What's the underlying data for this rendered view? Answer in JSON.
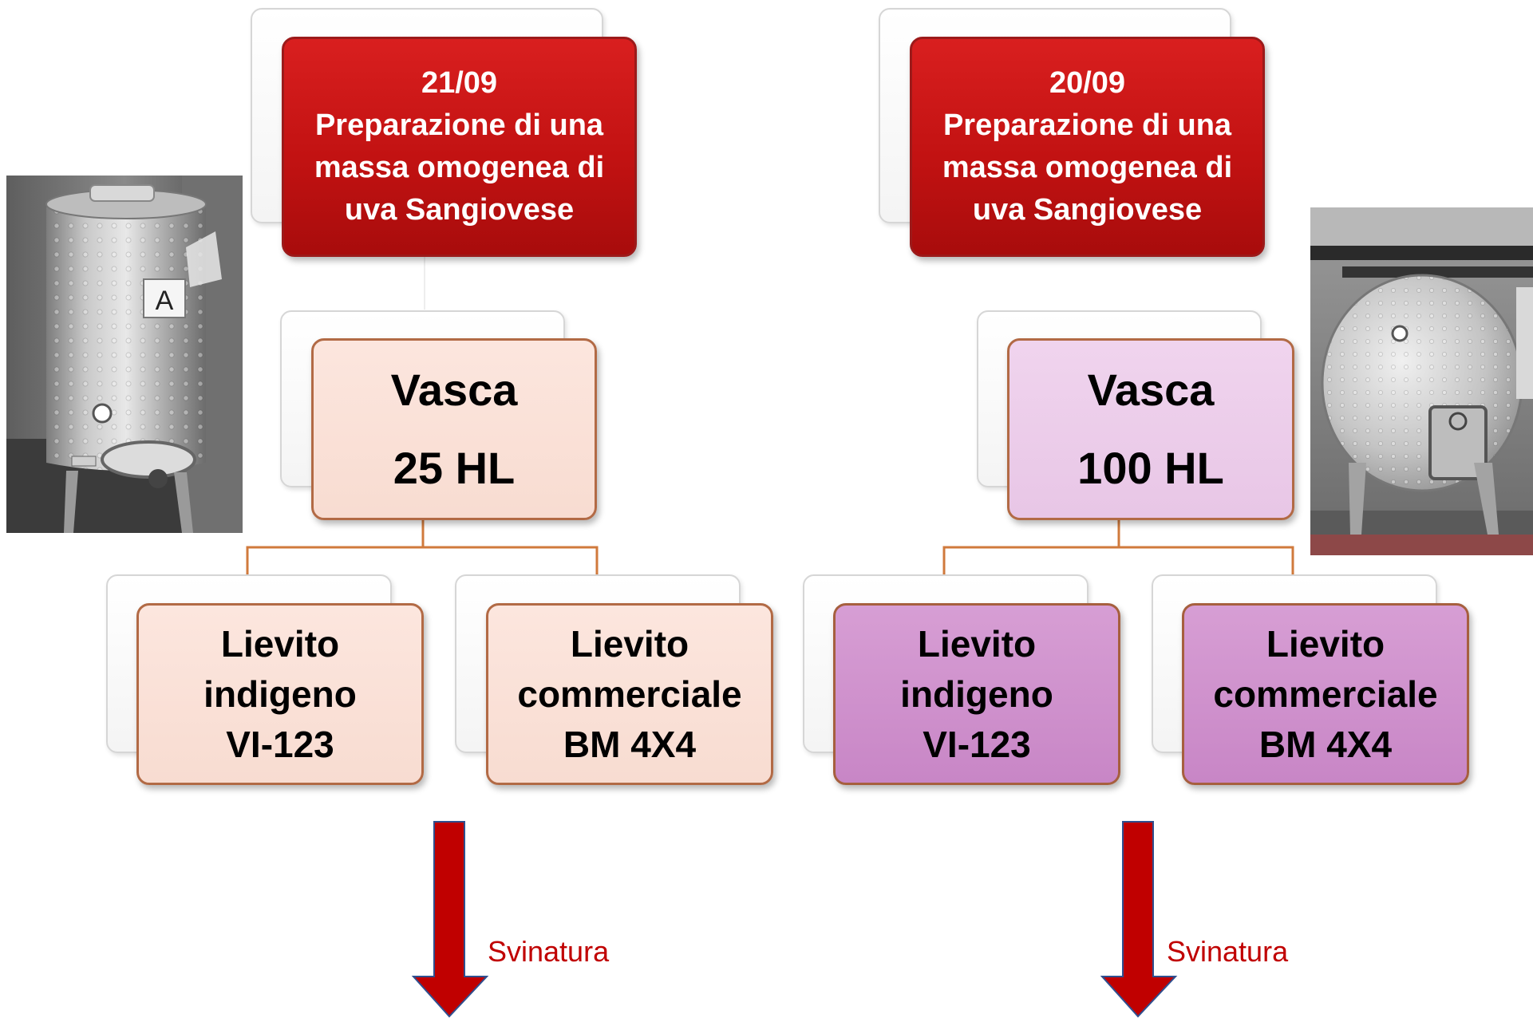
{
  "left": {
    "header": {
      "date": "21/09",
      "text_lines": [
        "Preparazione di una",
        "massa omogenea di",
        "uva Sangiovese"
      ]
    },
    "vasca": {
      "title": "Vasca",
      "capacity": "25 HL"
    },
    "yeasts": [
      {
        "lines": [
          "Lievito",
          "indigeno",
          "VI-123"
        ]
      },
      {
        "lines": [
          "Lievito",
          "commerciale",
          "BM 4X4"
        ]
      }
    ],
    "arrow_label": "Svinatura",
    "photo_label": "A"
  },
  "right": {
    "header": {
      "date": "20/09",
      "text_lines": [
        "Preparazione di una",
        "massa omogenea di",
        "uva Sangiovese"
      ]
    },
    "vasca": {
      "title": "Vasca",
      "capacity": "100 HL"
    },
    "yeasts": [
      {
        "lines": [
          "Lievito",
          "indigeno",
          "VI-123"
        ]
      },
      {
        "lines": [
          "Lievito",
          "commerciale",
          "BM 4X4"
        ]
      }
    ],
    "arrow_label": "Svinatura"
  },
  "colors": {
    "header_red": "#c61515",
    "connector": "#d07a3c",
    "arrow_fill": "#c00000",
    "arrow_stroke": "#2f4f8f",
    "peach": "#f9ded4",
    "lilac": "#ecccea",
    "purple": "#cf93cd"
  }
}
